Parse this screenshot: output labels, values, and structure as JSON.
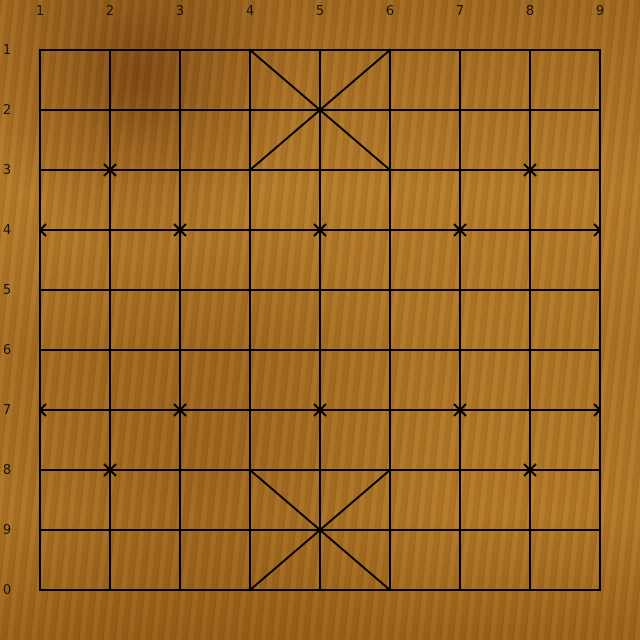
{
  "board": {
    "columns": 9,
    "rows": 10,
    "column_labels": [
      "1",
      "2",
      "3",
      "4",
      "5",
      "6",
      "7",
      "8",
      "9"
    ],
    "row_labels": [
      "1",
      "2",
      "3",
      "4",
      "5",
      "6",
      "7",
      "8",
      "9",
      "0"
    ],
    "line_color": "#000000",
    "palaces": [
      {
        "col_from": 4,
        "col_to": 6,
        "row_from": 1,
        "row_to": 3
      },
      {
        "col_from": 4,
        "col_to": 6,
        "row_from": 8,
        "row_to": 10
      }
    ],
    "markers": [
      {
        "col": 2,
        "row": 3
      },
      {
        "col": 8,
        "row": 3
      },
      {
        "col": 1,
        "row": 4
      },
      {
        "col": 3,
        "row": 4
      },
      {
        "col": 5,
        "row": 4
      },
      {
        "col": 7,
        "row": 4
      },
      {
        "col": 9,
        "row": 4
      },
      {
        "col": 1,
        "row": 7
      },
      {
        "col": 3,
        "row": 7
      },
      {
        "col": 5,
        "row": 7
      },
      {
        "col": 7,
        "row": 7
      },
      {
        "col": 9,
        "row": 7
      },
      {
        "col": 2,
        "row": 8
      },
      {
        "col": 8,
        "row": 8
      }
    ],
    "pieces": []
  }
}
